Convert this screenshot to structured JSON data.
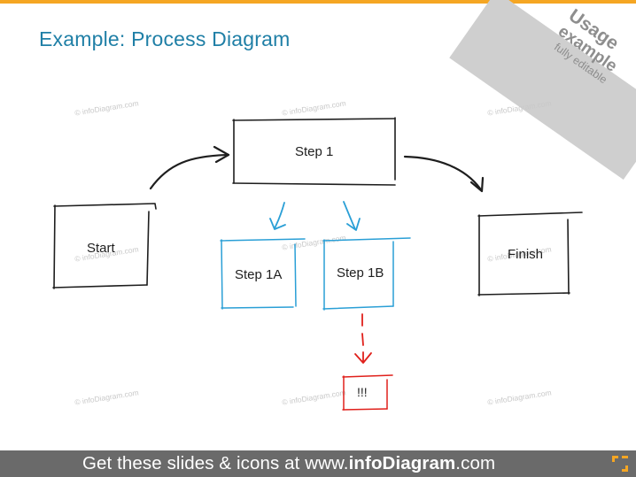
{
  "title": "Example: Process Diagram",
  "corner_badge": {
    "line1": "Usage",
    "line2": "example",
    "line3": "fully editable"
  },
  "watermark": "© infoDiagram.com",
  "diagram": {
    "nodes": [
      {
        "id": "start",
        "label": "Start",
        "color": "#1e1e1e"
      },
      {
        "id": "step1",
        "label": "Step 1",
        "color": "#1e1e1e"
      },
      {
        "id": "step1a",
        "label": "Step 1A",
        "color": "#2a9fd6"
      },
      {
        "id": "step1b",
        "label": "Step 1B",
        "color": "#2a9fd6"
      },
      {
        "id": "finish",
        "label": "Finish",
        "color": "#1e1e1e"
      },
      {
        "id": "alert",
        "label": "!!!",
        "color": "#e0201b"
      }
    ],
    "edges": [
      {
        "from": "start",
        "to": "step1",
        "style": "solid",
        "color": "#1e1e1e"
      },
      {
        "from": "step1",
        "to": "finish",
        "style": "solid",
        "color": "#1e1e1e"
      },
      {
        "from": "step1",
        "to": "step1a",
        "style": "solid",
        "color": "#2a9fd6"
      },
      {
        "from": "step1",
        "to": "step1b",
        "style": "solid",
        "color": "#2a9fd6"
      },
      {
        "from": "step1b",
        "to": "alert",
        "style": "dashed",
        "color": "#e0201b"
      }
    ]
  },
  "footer": {
    "prefix": "Get these slides & icons at www.",
    "brand": "infoDiagram",
    "suffix": ".com"
  },
  "colors": {
    "accent_orange": "#f5a623",
    "title_blue": "#1f7fa6",
    "footer_gray": "#6a6a6a"
  }
}
